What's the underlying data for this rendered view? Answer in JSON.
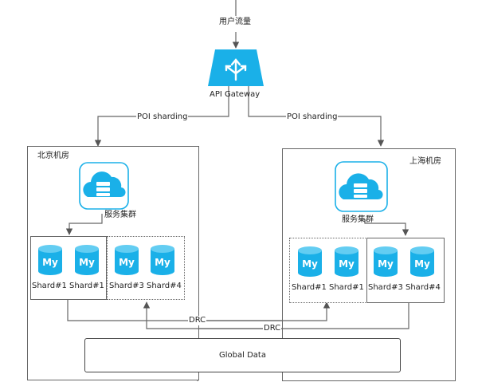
{
  "top_label": "用户流量",
  "gateway": {
    "label": "API Gateway",
    "color": "#1ab0e8"
  },
  "routes": {
    "left_label": "POI sharding",
    "right_label": "POI sharding"
  },
  "datacenters": [
    {
      "name": "北京机房",
      "service_label": "服务集群",
      "groups": [
        {
          "style": "solid",
          "shards": [
            "Shard#1",
            "Shard#1"
          ]
        },
        {
          "style": "dotted",
          "shards": [
            "Shard#3",
            "Shard#4"
          ]
        }
      ]
    },
    {
      "name": "上海机房",
      "service_label": "服务集群",
      "groups": [
        {
          "style": "dotted",
          "shards": [
            "Shard#1",
            "Shard#1"
          ]
        },
        {
          "style": "solid",
          "shards": [
            "Shard#3",
            "Shard#4"
          ]
        }
      ]
    }
  ],
  "replication": {
    "top_label": "DRC",
    "bottom_label": "DRC"
  },
  "global_data": {
    "label": "Global Data"
  },
  "icons": {
    "cloud": "server-cloud-icon",
    "db": "mysql-db-icon",
    "accent": "#1ab0e8"
  }
}
